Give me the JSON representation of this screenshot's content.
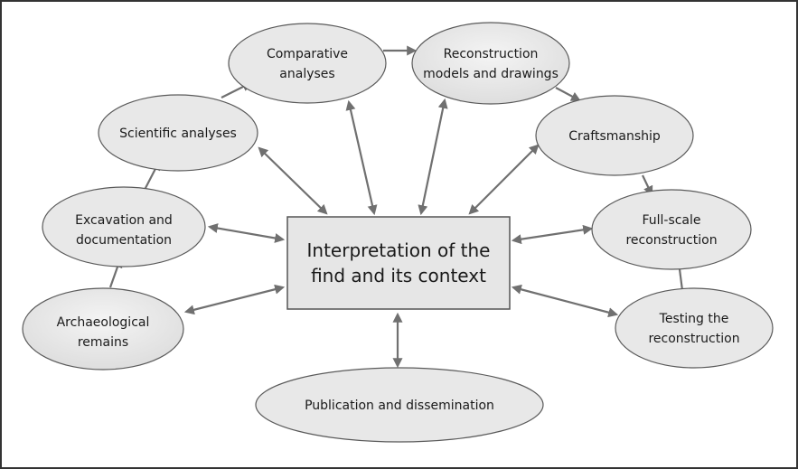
{
  "diagram": {
    "center": {
      "lines": [
        "Interpretation of the",
        "find and its context"
      ]
    },
    "nodes": {
      "archaeological_remains": [
        "Archaeological",
        "remains"
      ],
      "excavation": [
        "Excavation and",
        "documentation"
      ],
      "scientific_analyses": [
        "Scientific analyses"
      ],
      "comparative_analyses": [
        "Comparative",
        "analyses"
      ],
      "reconstruction_models": [
        "Reconstruction",
        "models and drawings"
      ],
      "craftsmanship": [
        "Craftsmanship"
      ],
      "full_scale": [
        "Full-scale",
        "reconstruction"
      ],
      "testing": [
        "Testing the",
        "reconstruction"
      ],
      "publication": [
        "Publication and dissemination"
      ]
    },
    "colors": {
      "node_fill": "#e8e8e8",
      "node_stroke": "#5a5a5a",
      "arrow": "#707070",
      "box_fill": "#e6e6e6"
    }
  }
}
